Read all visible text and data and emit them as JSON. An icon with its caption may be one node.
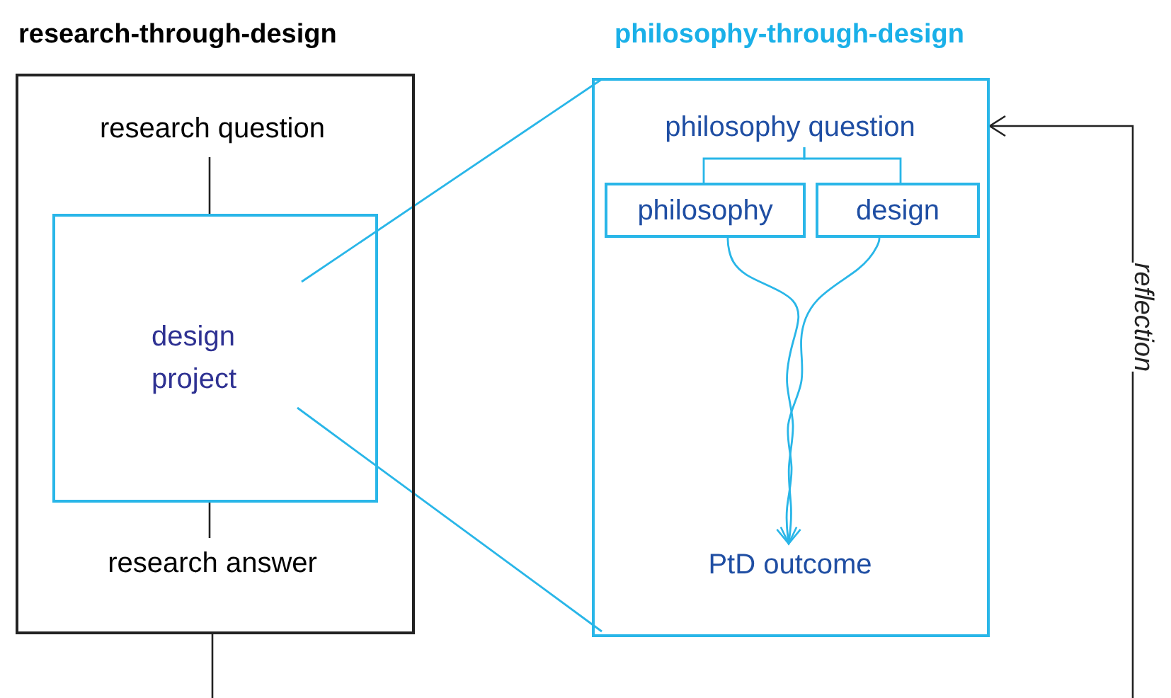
{
  "diagram": {
    "nodes": [
      {
        "text": [
          "research-through-design"
        ]
      },
      {
        "text": [
          "research question"
        ],
        "in": 0
      },
      {
        "text": [
          "design project"
        ],
        "in": 0
      },
      {
        "text": [
          "research answer"
        ],
        "in": 0
      },
      {
        "text": [
          "philosophy-through-design"
        ]
      },
      {
        "text": [
          "philosophy question"
        ],
        "in": 4
      },
      {
        "text": [
          "philosophy"
        ],
        "in": 4
      },
      {
        "text": [
          "design"
        ],
        "in": 4
      },
      {
        "text": [
          "PtD outcome"
        ],
        "in": 4
      }
    ],
    "edges": [
      {
        "from": 1,
        "to": 2,
        "arrow": "none",
        "color": "#222222"
      },
      {
        "from": 2,
        "to": 3,
        "arrow": "none",
        "color": "#222222"
      },
      {
        "from": 0,
        "to": null,
        "arrow": "none",
        "color": "#222222"
      },
      {
        "from": null,
        "to": 4,
        "arrow": "to",
        "label": "reflection",
        "color": "#222222"
      },
      {
        "from": 2,
        "to": 4,
        "arrow": "none"
      },
      {
        "from": 2,
        "to": 4,
        "arrow": "none"
      },
      {
        "from": 5,
        "to": 6,
        "arrow": "none"
      },
      {
        "from": 5,
        "to": 7,
        "arrow": "none"
      },
      {
        "from": 6,
        "to": 8,
        "arrow": "to"
      },
      {
        "from": 7,
        "to": 8,
        "arrow": "to"
      }
    ]
  }
}
